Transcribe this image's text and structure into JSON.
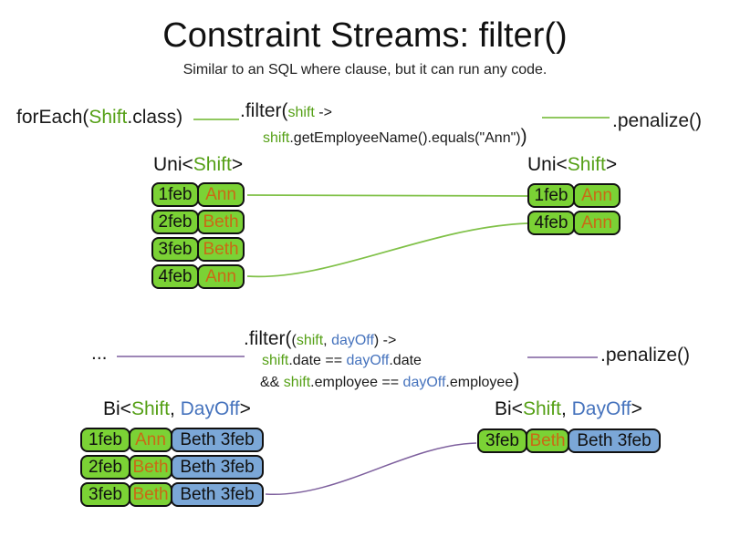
{
  "title": "Constraint Streams: filter()",
  "subtitle": "Similar to an SQL where clause, but it can run any code.",
  "colors": {
    "green_text": "#55a016",
    "green_cell_fill": "#7bd235",
    "green_line": "#80c148",
    "blue_text": "#4673bd",
    "blue_cell_fill": "#7ba7d7",
    "orange_text": "#c96a15",
    "purple_line": "#7d5f9d",
    "text": "#1a1a1a"
  },
  "top_flow": {
    "source_code": {
      "fn": "forEach(",
      "arg": "Shift",
      "rest": ".class)"
    },
    "filter_code": {
      "fn": ".filter(",
      "param": "shift",
      "arrow": " ->",
      "body_param": "shift",
      "body": ".getEmployeeName().equals(\"Ann\")",
      "close": ")"
    },
    "penalize_code": ".penalize()",
    "source_table": {
      "label": {
        "pre": "Uni<",
        "type1": "Shift",
        "post": ">"
      },
      "rows": [
        {
          "date": "1feb",
          "employee": "Ann"
        },
        {
          "date": "2feb",
          "employee": "Beth"
        },
        {
          "date": "3feb",
          "employee": "Beth"
        },
        {
          "date": "4feb",
          "employee": "Ann"
        }
      ]
    },
    "result_table": {
      "label": {
        "pre": "Uni<",
        "type1": "Shift",
        "post": ">"
      },
      "rows": [
        {
          "date": "1feb",
          "employee": "Ann"
        },
        {
          "date": "4feb",
          "employee": "Ann"
        }
      ]
    }
  },
  "bi_flow": {
    "source_code": "...",
    "filter_code": {
      "fn": ".filter(",
      "open": "(",
      "param1": "shift",
      "comma": ", ",
      "param2": "dayOff",
      "close_arrow": ") ->",
      "l2_param1": "shift",
      "l2_mid": ".date == ",
      "l2_param2": "dayOff",
      "l2_end": ".date",
      "l3_and": "&& ",
      "l3_param1": "shift",
      "l3_mid": ".employee == ",
      "l3_param2": "dayOff",
      "l3_end": ".employee",
      "l3_close": ")"
    },
    "penalize_code": ".penalize()",
    "source_table": {
      "label": {
        "pre": "Bi<",
        "type1": "Shift",
        "comma": ", ",
        "type2": "DayOff",
        "post": ">"
      },
      "rows": [
        {
          "date": "1feb",
          "employee": "Ann",
          "pair": "Beth 3feb"
        },
        {
          "date": "2feb",
          "employee": "Beth",
          "pair": "Beth 3feb"
        },
        {
          "date": "3feb",
          "employee": "Beth",
          "pair": "Beth 3feb"
        }
      ]
    },
    "result_table": {
      "label": {
        "pre": "Bi<",
        "type1": "Shift",
        "comma": ", ",
        "type2": "DayOff",
        "post": ">"
      },
      "rows": [
        {
          "date": "3feb",
          "employee": "Beth",
          "pair": "Beth 3feb"
        }
      ]
    }
  }
}
